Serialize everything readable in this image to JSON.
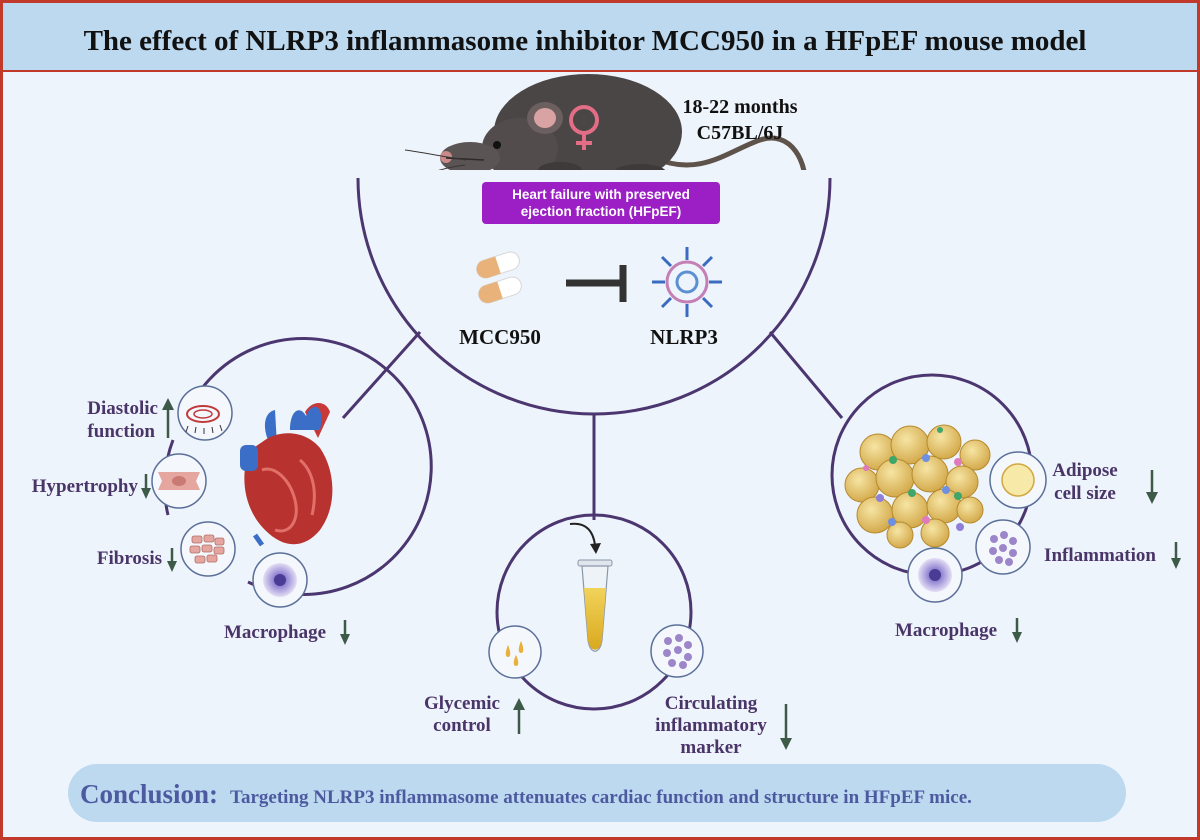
{
  "title": "The effect of NLRP3 inflammasome inhibitor MCC950 in a HFpEF mouse model",
  "mouse": {
    "age": "18-22 months",
    "strain": "C57BL/6J",
    "condition_line1": "Heart failure with preserved",
    "condition_line2": "ejection fraction (HFpEF)"
  },
  "drug": {
    "name": "MCC950",
    "target": "NLRP3"
  },
  "heart_panel": {
    "diastolic_line1": "Diastolic",
    "diastolic_line2": "function",
    "hypertrophy": "Hypertrophy",
    "fibrosis": "Fibrosis",
    "macrophage": "Macrophage"
  },
  "blood_panel": {
    "glycemic_line1": "Glycemic",
    "glycemic_line2": "control",
    "circ_line1": "Circulating",
    "circ_line2": "inflammatory",
    "circ_line3": "marker"
  },
  "adipose_panel": {
    "adipose_line1": "Adipose",
    "adipose_line2": "cell size",
    "inflammation": "Inflammation",
    "macrophage": "Macrophage"
  },
  "conclusion": {
    "label": "Conclusion:",
    "text": "Targeting NLRP3 inflammasome attenuates cardiac function and structure in HFpEF mice."
  },
  "colors": {
    "frame": "#c0392b",
    "title_band": "#bcd9f0",
    "background": "#eef4fb",
    "circle_line": "#4b3670",
    "condition_box": "#9b1fc4",
    "conclusion_text": "#4d5aa0"
  }
}
